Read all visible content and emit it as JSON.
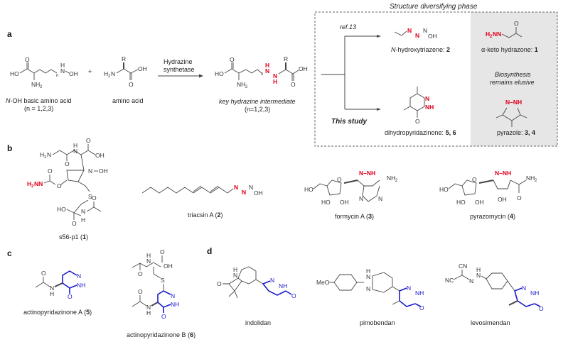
{
  "panels": {
    "a": "a",
    "b": "b",
    "c": "c",
    "d": "d"
  },
  "panel_a": {
    "reactant1": {
      "label_prefix": "N",
      "label": "-OH basic amino acid",
      "sublabel": "(n = 1,2,3)"
    },
    "plus": "+",
    "reactant2": {
      "label": "amino acid"
    },
    "arrow_label_line1": "Hydrazine",
    "arrow_label_line2": "synthetase",
    "product": {
      "label": "key hydrazine intermediate",
      "sublabel": "(n=1,2,3)"
    },
    "box_title": "Structure diversifying phase",
    "ref_label": "ref.13",
    "this_study_label": "This study",
    "branches": [
      {
        "name": "N-hydroxytriazene",
        "prefix": "N",
        "label": "-hydroxytriazene: ",
        "compounds": "2"
      },
      {
        "name": "dihydropyridazinone",
        "label": "dihydropyridazinone: ",
        "compounds": "5, 6"
      }
    ],
    "elusive": {
      "heading_line1": "Biosynthesis",
      "heading_line2": "remains elusive",
      "items": [
        {
          "label": "α-keto hydrazone: ",
          "compounds": "1"
        },
        {
          "label": "pyrazole: ",
          "compounds": "3, 4"
        }
      ]
    }
  },
  "panel_b": {
    "compounds": [
      {
        "name": "s56-p1",
        "number": "1"
      },
      {
        "name": "triacsin A",
        "number": "2"
      },
      {
        "name": "formycin A",
        "number": "3"
      },
      {
        "name": "pyrazomycin",
        "number": "4"
      }
    ]
  },
  "panel_c": {
    "compounds": [
      {
        "name": "actinopyridazinone A",
        "number": "5"
      },
      {
        "name": "actinopyridazinone B",
        "number": "6"
      }
    ]
  },
  "panel_d": {
    "compounds": [
      {
        "name": "indolidan"
      },
      {
        "name": "pimobendan"
      },
      {
        "name": "levosimendan"
      }
    ]
  },
  "colors": {
    "hydrazine_red": "#e0001b",
    "pyridazinone_blue": "#1b1bcc",
    "elusive_bg": "#e6e6e6"
  }
}
